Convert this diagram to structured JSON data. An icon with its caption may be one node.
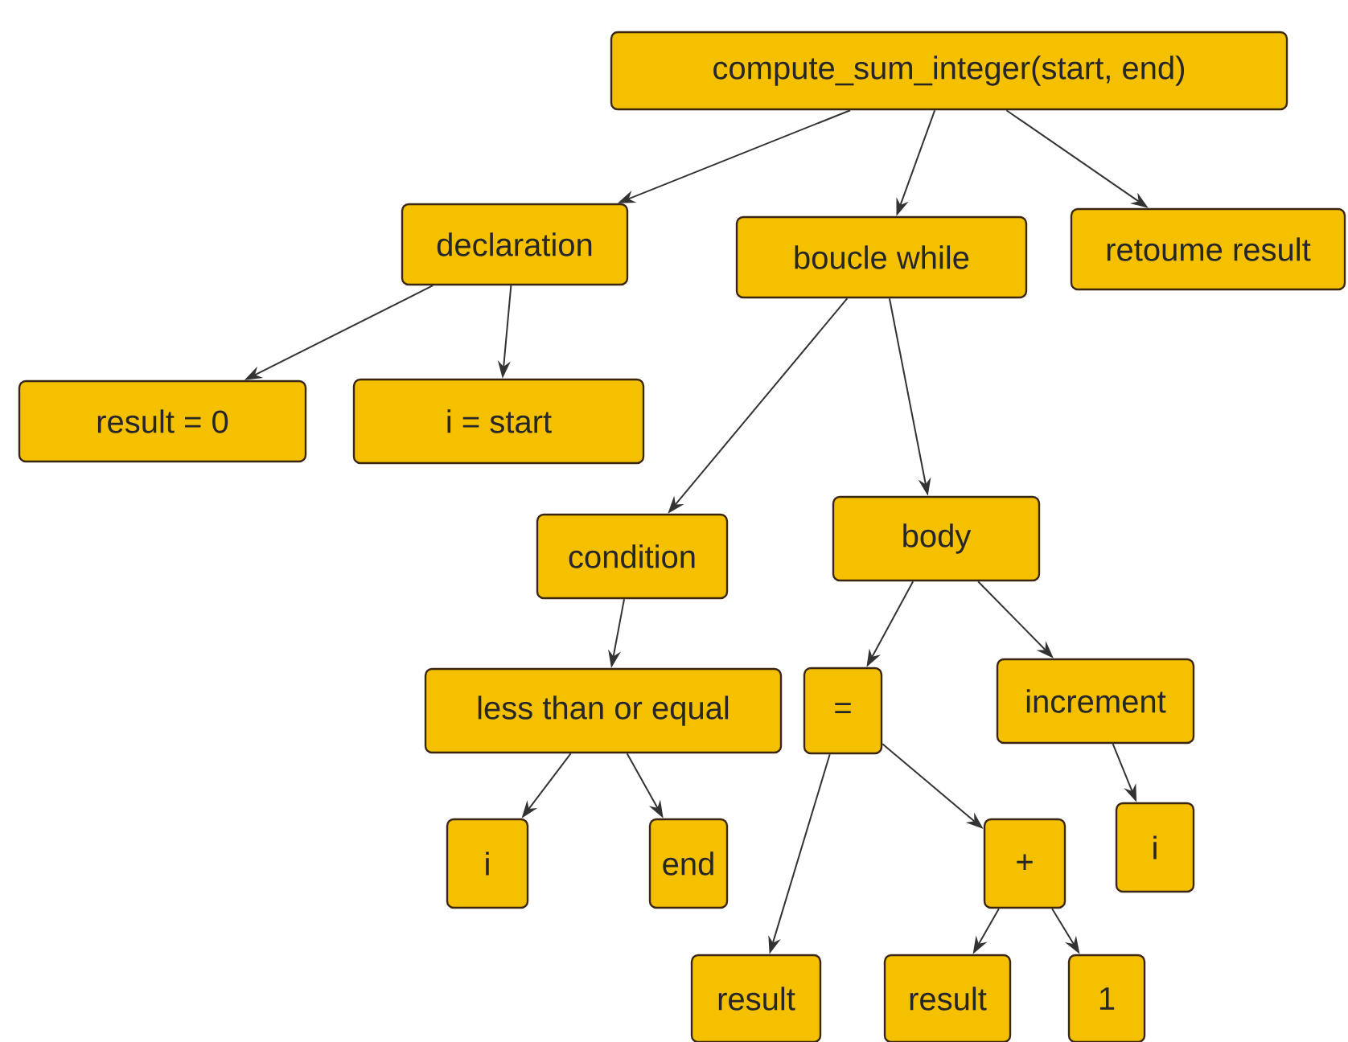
{
  "diagram": {
    "nodes": [
      {
        "text": [
          "compute_sum_integer(start, end)"
        ]
      },
      {
        "text": [
          "declaration"
        ]
      },
      {
        "text": [
          "boucle while"
        ]
      },
      {
        "text": [
          "retoume result"
        ]
      },
      {
        "text": [
          "result = 0"
        ]
      },
      {
        "text": [
          "i = start"
        ]
      },
      {
        "text": [
          "condition"
        ]
      },
      {
        "text": [
          "body"
        ]
      },
      {
        "text": [
          "less than or equal"
        ]
      },
      {
        "text": [
          "="
        ]
      },
      {
        "text": [
          "increment"
        ]
      },
      {
        "text": [
          "i"
        ]
      },
      {
        "text": [
          "end"
        ]
      },
      {
        "text": [
          "+"
        ]
      },
      {
        "text": [
          "i"
        ]
      },
      {
        "text": [
          "result"
        ]
      },
      {
        "text": [
          "result"
        ]
      },
      {
        "text": [
          "1"
        ]
      }
    ],
    "edges": [
      {
        "from": 0,
        "to": 1,
        "arrow": "to"
      },
      {
        "from": 0,
        "to": 2,
        "arrow": "to"
      },
      {
        "from": 0,
        "to": 3,
        "arrow": "to"
      },
      {
        "from": 1,
        "to": 4,
        "arrow": "to"
      },
      {
        "from": 1,
        "to": 5,
        "arrow": "to"
      },
      {
        "from": 2,
        "to": 6,
        "arrow": "to"
      },
      {
        "from": 2,
        "to": 7,
        "arrow": "to"
      },
      {
        "from": 6,
        "to": 8,
        "arrow": "to"
      },
      {
        "from": 7,
        "to": 9,
        "arrow": "to"
      },
      {
        "from": 7,
        "to": 10,
        "arrow": "to"
      },
      {
        "from": 8,
        "to": 11,
        "arrow": "to"
      },
      {
        "from": 8,
        "to": 12,
        "arrow": "to"
      },
      {
        "from": 9,
        "to": 15,
        "arrow": "to"
      },
      {
        "from": 9,
        "to": 13,
        "arrow": "to"
      },
      {
        "from": 10,
        "to": 14,
        "arrow": "to"
      },
      {
        "from": 13,
        "to": 16,
        "arrow": "to"
      },
      {
        "from": 13,
        "to": 17,
        "arrow": "to"
      }
    ]
  }
}
